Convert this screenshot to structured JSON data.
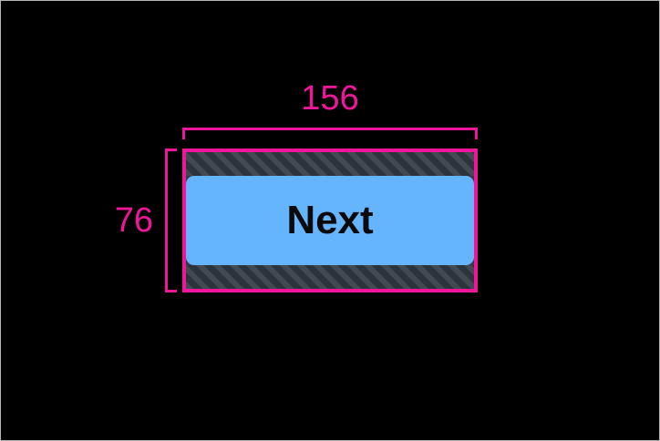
{
  "overlay": {
    "background_color": "#000000",
    "frame_border_color": "#b6b6b6",
    "annotation_color": "#f0169b"
  },
  "measured_element": {
    "type": "button",
    "label": "Next",
    "fill_color": "#64b5fd",
    "text_color": "#0a0a0a",
    "outline_color": "#f0169b",
    "padding_fill_color": "#343b45",
    "padding_hatch_color": "#414953"
  },
  "dimensions": {
    "width_label": "156",
    "height_label": "76",
    "width_name": "width-dimension",
    "height_name": "height-dimension"
  },
  "icons": {
    "width_bracket": "horizontal-dimension-bracket-icon",
    "height_bracket": "vertical-dimension-bracket-icon",
    "padding_hatch": "diagonal-hatch-pattern-icon"
  }
}
